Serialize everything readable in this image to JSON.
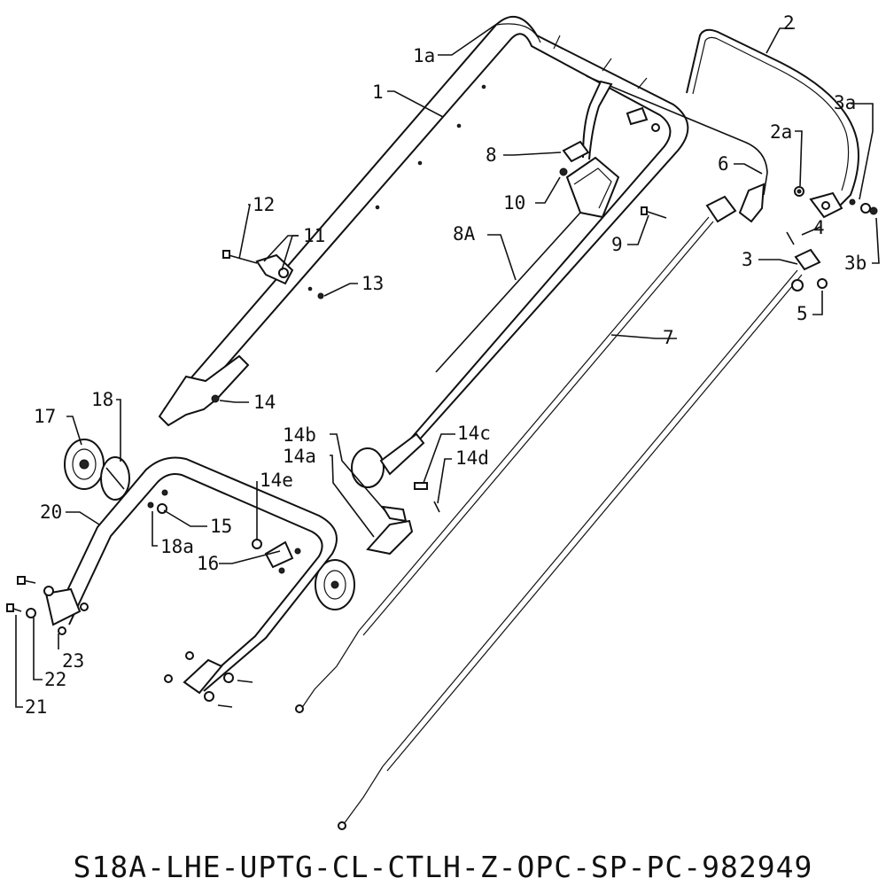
{
  "caption": "S18A-LHE-UPTG-CL-CTLH-Z-OPC-SP-PC-982949",
  "callouts": {
    "c1a": "1a",
    "c1": "1",
    "c2": "2",
    "c2a": "2a",
    "c3a": "3a",
    "c3": "3",
    "c3b": "3b",
    "c4": "4",
    "c5": "5",
    "c6": "6",
    "c7": "7",
    "c8": "8",
    "c8A": "8A",
    "c9": "9",
    "c10": "10",
    "c11": "11",
    "c12": "12",
    "c13": "13",
    "c14": "14",
    "c14a": "14a",
    "c14b": "14b",
    "c14c": "14c",
    "c14d": "14d",
    "c14e": "14e",
    "c15": "15",
    "c16": "16",
    "c17": "17",
    "c18": "18",
    "c18a": "18a",
    "c20": "20",
    "c21": "21",
    "c22": "22",
    "c23": "23"
  }
}
